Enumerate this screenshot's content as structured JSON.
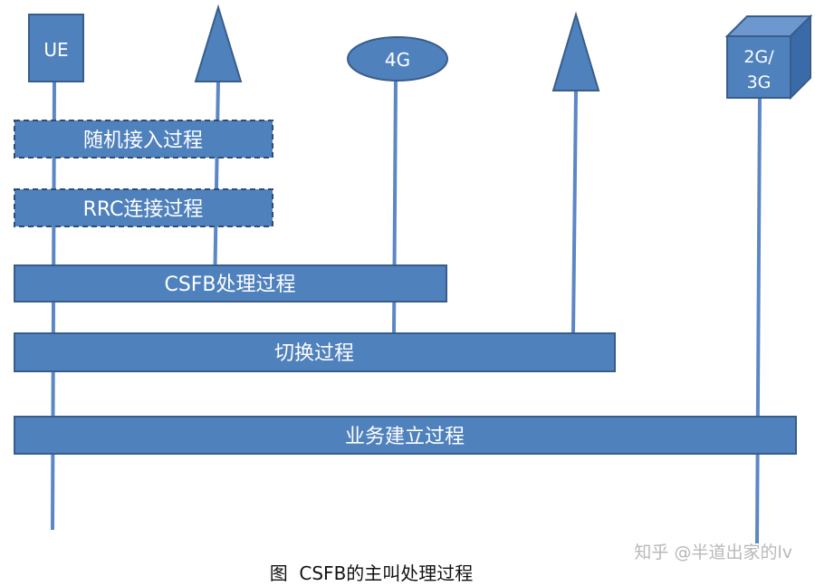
{
  "nodes": {
    "ue": "UE",
    "lte": "4G",
    "legacy_line1": "2G/",
    "legacy_line2": "3G"
  },
  "procedures": {
    "random_access": "随机接入过程",
    "rrc_connection": "RRC连接过程",
    "csfb": "CSFB处理过程",
    "handover": "切换过程",
    "service_setup": "业务建立过程"
  },
  "caption": "图  CSFB的主叫处理过程",
  "watermark": "知乎 @半道出家的lv",
  "colors": {
    "box_fill": "#4f81bd",
    "box_stroke": "#385d8a",
    "line": "#5b87c5",
    "cube_top": "#6c97cf",
    "cube_side": "#3b6aa8",
    "text": "#ffffff"
  }
}
